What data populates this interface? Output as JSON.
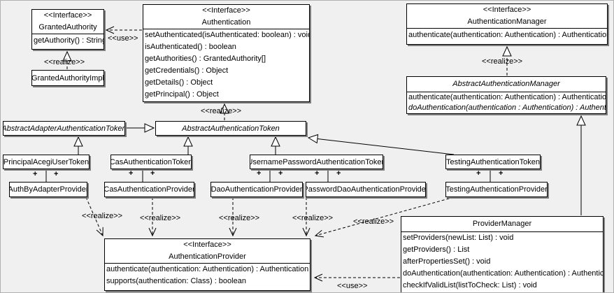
{
  "colors": {
    "background": "#f0f0f0",
    "box_fill": "#ffffff",
    "line": "#000000",
    "shadow": "#7e7e7e"
  },
  "labels": {
    "use": "<<use>>",
    "realize": "<<realize>>",
    "plus": "+",
    "interface_stereotype": "<<Interface>>"
  },
  "classes": {
    "granted_authority": {
      "stereotype": "<<Interface>>",
      "name": "GrantedAuthority",
      "methods": [
        "getAuthority() : String"
      ]
    },
    "granted_authority_impl": {
      "name": "GrantedAuthorityImpl"
    },
    "authentication": {
      "stereotype": "<<Interface>>",
      "name": "Authentication",
      "methods": [
        "setAuthenticated(isAuthenticated: boolean) : void",
        "isAuthenticated() : boolean",
        "getAuthorities() : GrantedAuthority[]",
        "getCredentials() : Object",
        "getDetails() : Object",
        "getPrincipal() : Object"
      ]
    },
    "authentication_manager": {
      "stereotype": "<<Interface>>",
      "name": "AuthenticationManager",
      "methods": [
        "authenticate(authentication: Authentication) : Authentication"
      ]
    },
    "abstract_authentication_manager": {
      "name": "AbstractAuthenticationManager",
      "methods": [
        "authenticate(authentication: Authentication) : Authentication",
        "doAuthentication(authentication : Authentication) : Authentication"
      ]
    },
    "abstract_adapter_authentication_token": {
      "name": "AbstractAdapterAuthenticationToken"
    },
    "abstract_authentication_token": {
      "name": "AbstractAuthenticationToken"
    },
    "principal_acegi_user_token": {
      "name": "PrincipalAcegiUserToken"
    },
    "cas_authentication_token": {
      "name": "CasAuthenticationToken"
    },
    "username_password_authentication_token": {
      "name": "UsernamePasswordAuthenticationToken"
    },
    "testing_authentication_token": {
      "name": "TestingAuthenticationToken"
    },
    "auth_by_adapter_provider": {
      "name": "AuthByAdapterProvider"
    },
    "cas_authentication_provider": {
      "name": "CasAuthenticationProvider"
    },
    "dao_authentication_provider": {
      "name": "DaoAuthenticationProvider"
    },
    "password_dao_authentication_provider": {
      "name": "PasswordDaoAuthenticationProvider"
    },
    "testing_authentication_provider": {
      "name": "TestingAuthenticationProvider"
    },
    "authentication_provider": {
      "stereotype": "<<Interface>>",
      "name": "AuthenticationProvider",
      "methods": [
        "authenticate(authentication: Authentication) : Authentication",
        "supports(authentication: Class) : boolean"
      ]
    },
    "provider_manager": {
      "name": "ProviderManager",
      "methods": [
        "setProviders(newList: List) : void",
        "getProviders() : List",
        "afterPropertiesSet() : void",
        "doAuthentication(authentication: Authentication) : Authentication",
        "checkIfValidList(listToCheck: List) : void"
      ]
    }
  }
}
